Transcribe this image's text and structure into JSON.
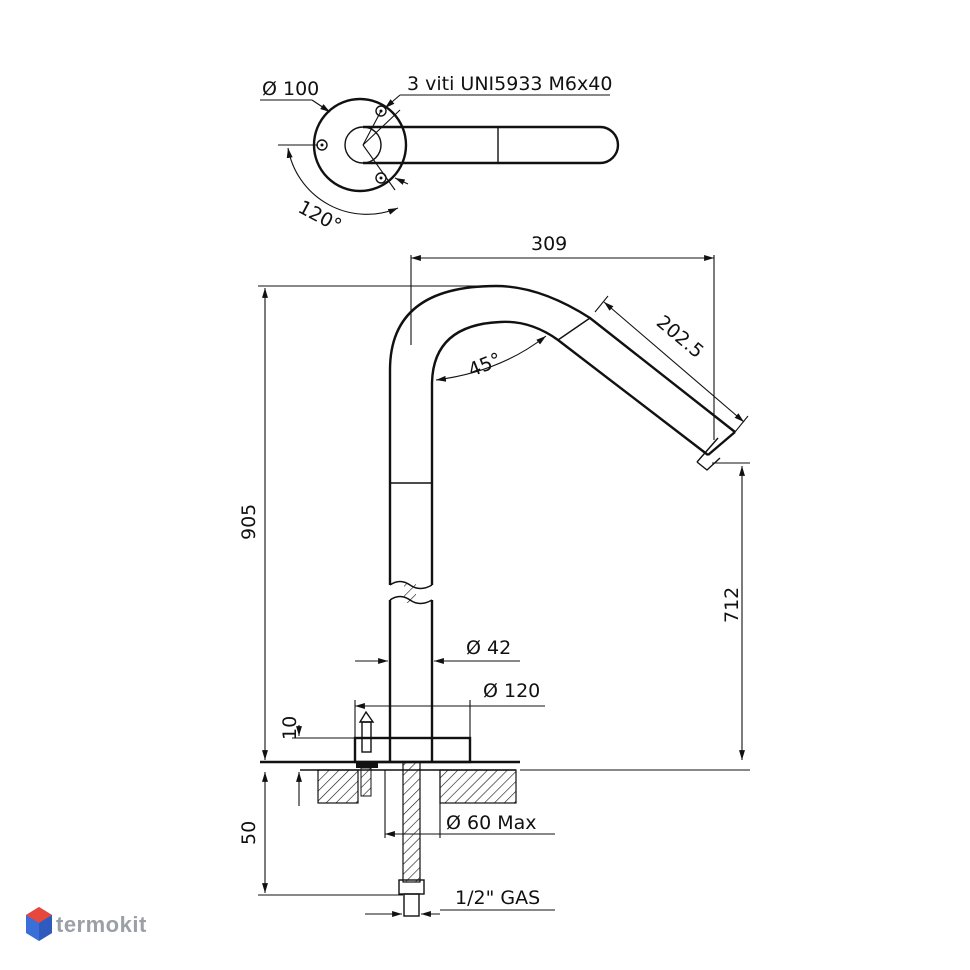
{
  "top_view": {
    "diameter_label": "Ø 100",
    "screws_label": "3 viti UNI5933 M6x40",
    "angle_label": "120°"
  },
  "side_view": {
    "width_label": "309",
    "height_label": "905",
    "spout_length_label": "202.5",
    "bend_angle_label": "45°",
    "spout_height_label": "712",
    "tube_diameter_label": "Ø 42",
    "base_diameter_label": "Ø 120",
    "base_height_label": "10",
    "hole_diameter_label": "Ø 60 Max",
    "below_deck_label": "50",
    "connection_label": "1/2\" GAS"
  },
  "watermark": {
    "text": "termokit",
    "colors": {
      "logo_red": "#e8473b",
      "logo_blue": "#3b6fd8",
      "text": "#9aa0a6"
    }
  }
}
